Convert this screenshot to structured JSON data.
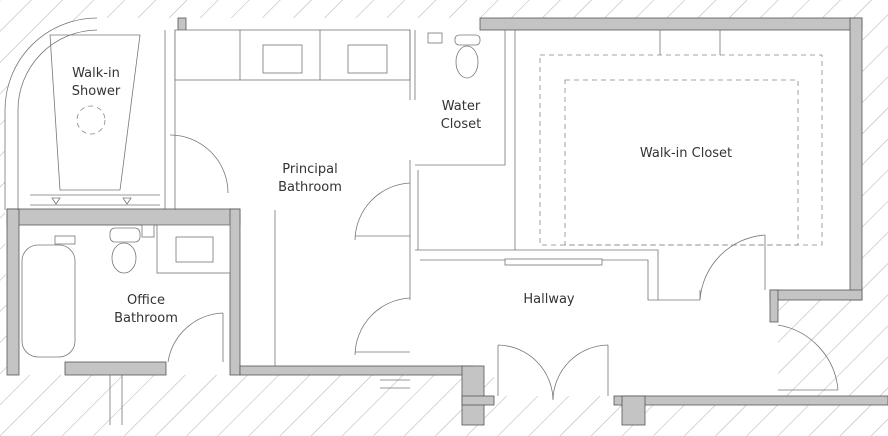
{
  "rooms": {
    "walk_in_shower": [
      "Walk-in",
      "Shower"
    ],
    "water_closet": [
      "Water",
      "Closet"
    ],
    "principal_bathroom": [
      "Principal",
      "Bathroom"
    ],
    "walk_in_closet": "Walk-in Closet",
    "office_bathroom": [
      "Office",
      "Bathroom"
    ],
    "hallway": "Hallway"
  },
  "colors": {
    "wall": "#c4c4c4",
    "hatch": "#b0b0b0",
    "outline": "#555555"
  }
}
